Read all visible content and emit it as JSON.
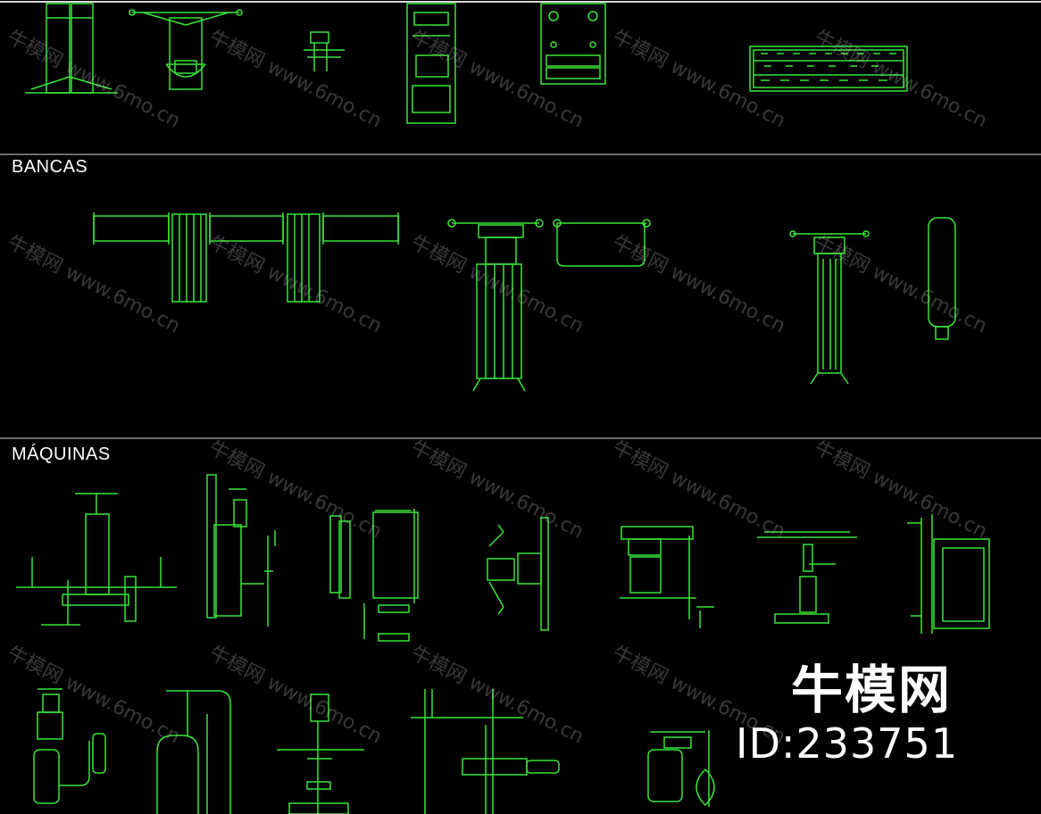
{
  "colors": {
    "background": "#000000",
    "line": "#39e639",
    "divider": "#d8d8d8",
    "label": "#ffffff"
  },
  "sections": {
    "benches": "BANCAS",
    "machines": "MÁQUINAS"
  },
  "watermark": {
    "text": "牛模网 www.6mo.cn"
  },
  "brand": {
    "name": "牛模网",
    "id": "ID:233751"
  }
}
